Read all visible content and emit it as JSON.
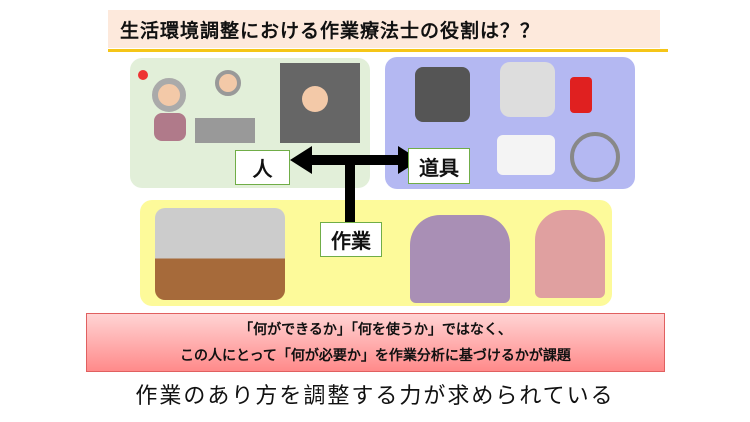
{
  "title": "生活環境調整における作業療法士の役割は？？",
  "labels": {
    "person": "人",
    "tools": "道具",
    "occupation": "作業"
  },
  "message": {
    "line1": "「何ができるか」「何を使うか」ではなく、",
    "line2": "この人にとって「何が必要か」を作業分析に基づけるかが課題"
  },
  "conclusion": "作業のあり方を調整する力が求められている"
}
